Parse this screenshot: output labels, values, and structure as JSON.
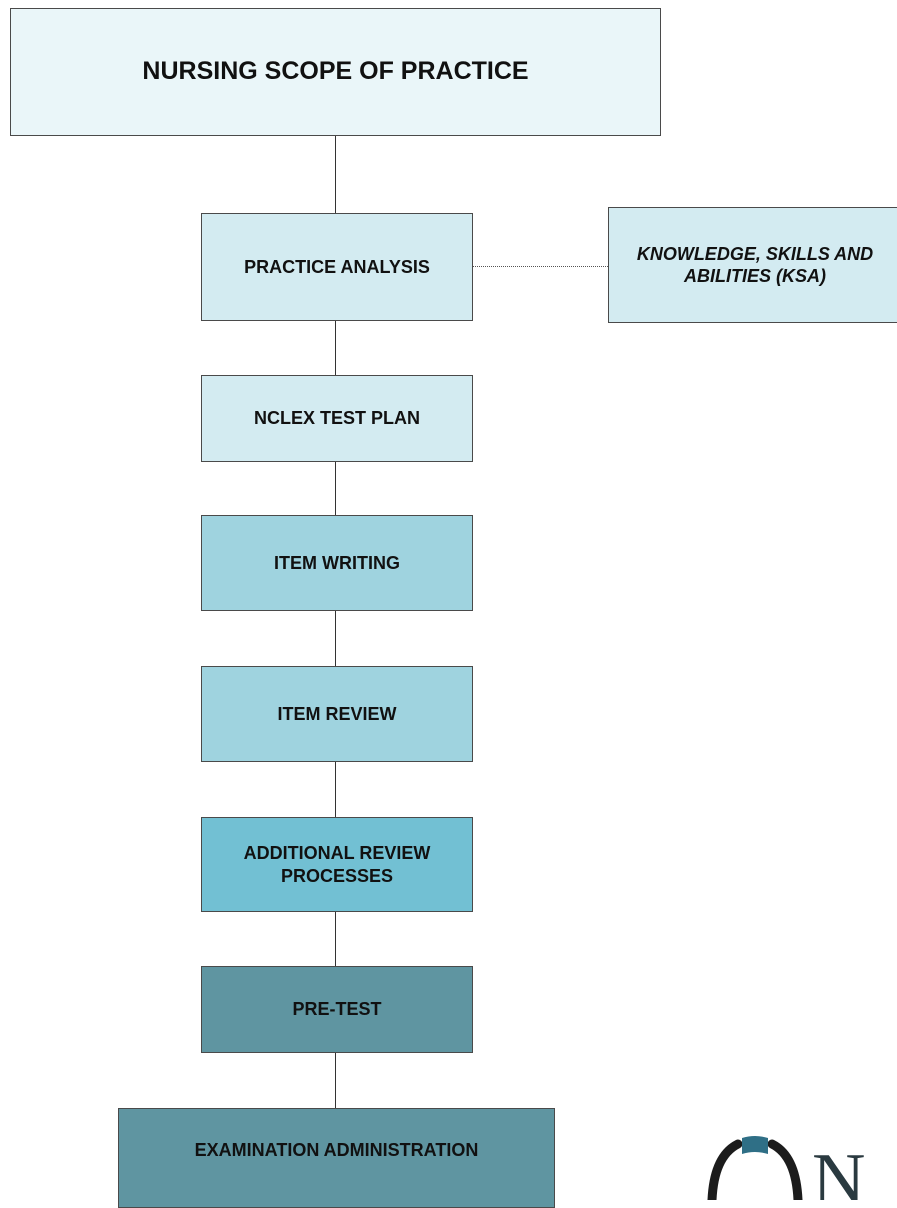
{
  "diagram": {
    "nodes": {
      "scope": "NURSING SCOPE OF PRACTICE",
      "practice_analysis": "PRACTICE ANALYSIS",
      "ksa": "KNOWLEDGE, SKILLS AND ABILITIES (KSA)",
      "test_plan": "NCLEX TEST PLAN",
      "item_writing": "ITEM WRITING",
      "item_review": "ITEM REVIEW",
      "additional_review": "ADDITIONAL REVIEW PROCESSES",
      "pretest": "PRE-TEST",
      "exam_admin": "EXAMINATION ADMINISTRATION"
    },
    "colors": {
      "lightest": "#eaf6f9",
      "light": "#d3ebf1",
      "medium": "#9fd3df",
      "medium_dark": "#72c0d3",
      "dark": "#5f95a1",
      "logo_blue": "#2f6f86",
      "logo_text": "#2a3a40"
    }
  },
  "logo": {
    "text": "N",
    "icon": "ncsbn-logo-icon"
  }
}
